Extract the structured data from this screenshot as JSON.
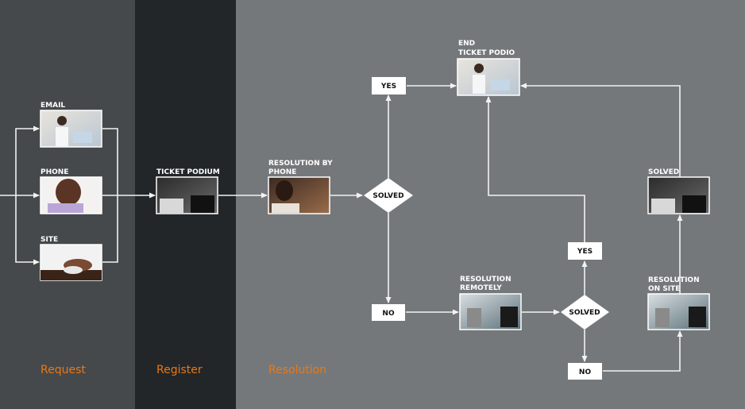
{
  "colors": {
    "request_bg": "#45494c",
    "register_bg": "#222628",
    "resolution_bg": "#75787a",
    "accent": "#ec7714"
  },
  "phases": {
    "request": "Request",
    "register": "Register",
    "resolution": "Resolution"
  },
  "nodes": {
    "email": "EMAIL",
    "phone": "PHONE",
    "site": "SITE",
    "ticket_podium": "TICKET PODIUM",
    "resolution_by_phone": [
      "RESOLUTION BY",
      "PHONE"
    ],
    "end_ticket": [
      "END",
      "TICKET PODIO"
    ],
    "resolution_remotely": [
      "RESOLUTION",
      "REMOTELY"
    ],
    "resolution_on_site": [
      "RESOLUTION",
      "ON SITE"
    ],
    "solved_image": "SOLVED"
  },
  "decisions": {
    "solved_1": "SOLVED",
    "solved_2": "SOLVED"
  },
  "answers": {
    "yes_1": "YES",
    "no_1": "NO",
    "yes_2": "YES",
    "no_2": "NO"
  }
}
